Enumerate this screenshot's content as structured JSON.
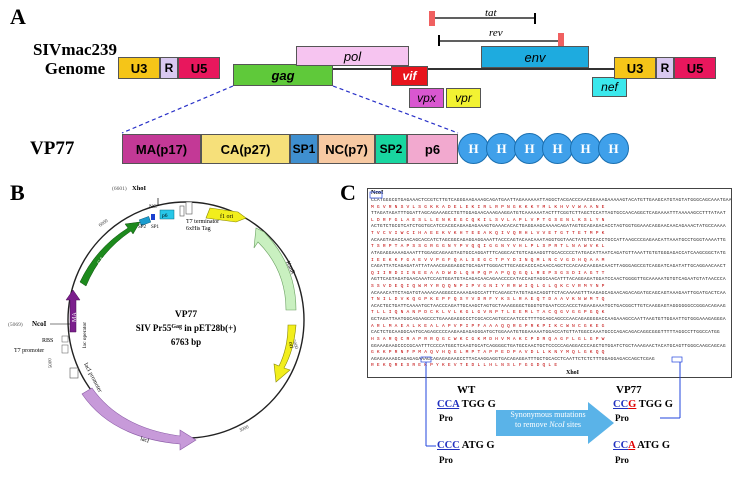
{
  "panel_a": {
    "letter": "A",
    "genome_title_line1": "SIVmac239",
    "genome_title_line2": "Genome",
    "genes": {
      "u3_left": "U3",
      "r_left": "R",
      "u5_left": "U5",
      "gag": "gag",
      "pol": "pol",
      "vif": "vif",
      "vpx": "vpx",
      "vpr": "vpr",
      "env": "env",
      "nef": "nef",
      "tat": "tat",
      "rev": "rev",
      "u3_right": "U3",
      "r_right": "R",
      "u5_right": "U5"
    },
    "vp77_title": "VP77",
    "vp77_domains": [
      "MA(p17)",
      "CA(p27)",
      "SP1",
      "NC(p7)",
      "SP2",
      "p6"
    ],
    "his_tags": [
      "H",
      "H",
      "H",
      "H",
      "H",
      "H"
    ]
  },
  "panel_b": {
    "letter": "B",
    "center_line1": "VP77",
    "center_line2_prefix": "SIV Pr55",
    "center_line2_sup": "Gag",
    "center_line2_suffix": " in pET28b(+)",
    "center_line3": "6763 bp",
    "xhoi_pos": "(6601)",
    "xhoi_label": "XhoI",
    "ncoi_pos": "(5069)",
    "ncoi_label": "NcoI",
    "rbs": "RBS",
    "t7_promoter": "T7 promoter",
    "t7_terminator": "T7 terminator",
    "his_tag": "6xHis Tag",
    "f1_ori": "f1 ori",
    "kanr": "KanR",
    "ori": "ori",
    "laci": "lacI",
    "laci_promoter": "lacI promoter",
    "lac_operator": "lac operator",
    "ma": "MA",
    "ca": "CA",
    "nc": "NC",
    "p6": "p6",
    "sp1": "SP1",
    "sp2": "SP2",
    "ticks": [
      "1000",
      "2000",
      "3000",
      "4000",
      "5000",
      "6000"
    ]
  },
  "panel_c": {
    "letter": "C",
    "ncoi_tag": "NcoI",
    "xhoi_tag": "XhoI",
    "seq_lines": [
      {
        "t": "dna",
        "s": "CCATGGGCGTGAGAAACTCCGTCTTGTCAGGGAAGAAAGCAGATGAATTAGAAAAAATTAGGCTACGACCCAACGGAAAGAAAAAGTACATGTTGAAGCATGTAGTATGGGCAGCAAATGAA"
      },
      {
        "t": "aa",
        "s": " M  G  V  R  N  S  V  L  S  G  K  K  A  D  E  L  E  K  I  R  L  R  P  N  G  K  K  K  Y  M  L  K  H  V  V  W  A  A  N  E"
      },
      {
        "t": "dna",
        "s": "TTAGATAGATTTGGATTAGCAGAAAGCCTGTTGGAGAACAAAGAAGGATGTCAAAAAATACTTTCGGTCTTAGCTCCATTAGTGCCAACAGGCTCAGAAAATTTAAAAAGCCTTTATAAT"
      },
      {
        "t": "aa",
        "s": " L  D  R  F  G  L  A  E  S  L  L  E  N  K  E  G  C  Q  K  I  L  S  V  L  A  P  L  V  P  T  G  S  E  N  L  K  S  L  Y  N"
      },
      {
        "t": "dna",
        "s": "ACTGTCTGCGTCATCTGGTGCATCCACGCAGAAGAGAAAGTGAAACACACTGAGGAAGCAAAACAGATAGTGCAGAGACACCTAGTGGTGGAAACAGGAACAACAGAAACTATGCCAAAA"
      },
      {
        "t": "aa",
        "s": " T  V  C  V  I  W  C  I  H  A  E  E  K  V  K  H  T  E  E  A  K  Q  I  V  Q  R  H  L  V  V  E  T  G  T  T  E  T  M  P  K"
      },
      {
        "t": "dna",
        "s": "ACAAGTAGACCAACAGCACCATCTAGCGGCAGAGGAGGAAATTACCCAGTACAACAAATAGGTGGTAACTATGTCCACCTGCCATTAAGCCCGAGAACATTAAATGCCTGGGTAAAATTG"
      },
      {
        "t": "aa",
        "s": " T  S  R  P  T  A  P  S  S  G  R  G  G  N  Y  P  V  Q  Q  I  G  G  N  Y  V  H  L  P  L  S  P  R  T  L  N  A  W  V  K  L"
      },
      {
        "t": "dna",
        "s": "ATAGAGGAAAAGAAATTTGGAGCAGAAGTAGTGCCAGGATTTCAGGCACTGTCAGAAGGTTGCACCCCCTATGACATTAATCAGATGTTAAATTGTGTGGGAGACCATCAAGCGGCTATG"
      },
      {
        "t": "aa",
        "s": " I  E  E  K  K  F  G  A  E  V  V  P  G  F  Q  A  L  S  E  G  C  T  P  Y  D  I  N  Q  M  L  N  C  V  G  D  H  Q  A  A  M"
      },
      {
        "t": "dna",
        "s": "CAGATTATCAGAGATATTATAAACGAGGAGGCTGCAGATTGGGACTTGCAGCACCCACAACCAGCTCCACAACAAGGACAACTTAGGGAGCCGTCAGGATCAGATATTGCAGGAACAACT"
      },
      {
        "t": "aa",
        "s": " Q  I  I  R  D  I  I  N  E  E  A  A  D  W  D  L  Q  H  P  Q  P  A  P  Q  Q  G  Q  L  R  E  P  S  G  S  D  I  A  G  T  T"
      },
      {
        "t": "dna",
        "s": "AGTTCAGTAGATGAACAAATCCAGTGGATGTACAGACAACAGAACCCCATACCAGTAGGCAACATTTACAGGAGATGGATCCAACTGGGGTTGCAAAAATGTGTCAGAATGTATAACCCA"
      },
      {
        "t": "aa",
        "s": " S  S  V  D  E  Q  I  Q  W  M  Y  R  Q  Q  N  P  I  P  V  G  N  I  Y  R  R  W  I  Q  L  G  L  Q  K  C  V  R  M  Y  N  P"
      },
      {
        "t": "dna",
        "s": "ACAAACATTCTAGATGTAAAACAAGGGCCAAAAGAGCCATTTCAGAGCTATGTAGACAGGTTCTACAAAAGTTTAAGAGCAGAACAGACAGATGCAGCAGTAAAGAATTGGATGACTCAA"
      },
      {
        "t": "aa",
        "s": " T  N  I  L  D  V  K  Q  G  P  K  E  P  F  Q  S  Y  V  D  R  F  Y  K  S  L  R  A  E  Q  T  D  A  A  V  K  N  W  M  T  Q"
      },
      {
        "t": "dna",
        "s": "ACACTGCTGATTCAAAATGCTAACCCAGATTGCAAGCTAGTGCTAAAGGGGCTGGGTGTGAATCCCACCCTAGAAGAAATGCTGACGGCTTGTCAAGGAGTAGGGGGGCCGGGACAGAAG"
      },
      {
        "t": "aa",
        "s": " T  L  L  I  Q  N  A  N  P  D  C  K  L  V  L  K  G  L  G  V  N  P  T  L  E  E  M  L  T  A  C  Q  G  V  G  G  P  G  Q  K"
      },
      {
        "t": "dna",
        "s": "GCTAGATTAATGGCAGAAGCCCTGAAAGAGGCCCTCGCACCAGTGCCAATCCCTTTTGCAGCAGCCCAACAGAGGGGACCAAGAAAGCCAATTAAGTGTTGGAATTGTGGGAAAGAGGGA"
      },
      {
        "t": "aa",
        "s": " A  R  L  M  A  E  A  L  K  E  A  L  A  P  V  P  I  P  F  A  A  A  Q  Q  R  G  P  R  K  P  I  K  C  W  N  C  G  K  E  G"
      },
      {
        "t": "dna",
        "s": "CACTCTGCAAGGCAATGCAGAGCCCCAAGAAGAGAGGGATGCTGGAAATGTGGAAAAATGGACCATGTTATGGCCAAATGCCCAGACAGACAGGCGGGTTTTTAGGCCTTGGCCATGG"
      },
      {
        "t": "aa",
        "s": " H  S  A  R  Q  C  R  A  P  R  R  Q  G  C  W  K  C  G  K  M  D  H  V  M  A  K  C  P  D  R  Q  A  G  F  L  G  L  G  P  W"
      },
      {
        "t": "dna",
        "s": "GGAAAGAAGCCCCGCAATTTCCCCATGGCTCAAGTGCATCAGGGGCTGATGCCAACTGCTCCCCCAGAGGACCCAGCTGTGGATCTGCTAAAGAACTACATGCAGTTGGGCAAGCAGCAG"
      },
      {
        "t": "aa",
        "s": " G  K  K  P  R  N  F  P  M  A  Q  V  H  Q  G  L  M  P  T  A  P  P  E  D  P  A  V  D  L  L  K  N  Y  M  Q  L  G  K  Q  Q"
      },
      {
        "t": "dna",
        "s": "AGAGAAAAGCAGAGAGAAAGCAGAGAGAAGCCTTACAAGGAGGTGACAGAGGATTTGCTGCACCTCAATTCTCTCTTTGGAGGAGACCAGCTCGAG"
      },
      {
        "t": "aa",
        "s": " R  E  K  Q  R  E  S  R  E  K  P  Y  K  E  V  T  E  D  L  L  H  L  N  S  L  F  G  G  D  Q  L  E"
      }
    ],
    "wt_title": "WT",
    "vp77_title": "VP77",
    "wt_codon1": {
      "a": "CCA",
      "b": " TGG G"
    },
    "wt_codon2": {
      "a": "CCC",
      "b": " ATG G"
    },
    "vp_codon1": {
      "a": "CC",
      "mut": "G",
      "b": " TGG G"
    },
    "vp_codon2": {
      "a": "CC",
      "mut": "A",
      "b": " ATG G"
    },
    "pro": "Pro",
    "arrow_text_line1": "Synonymous mutations",
    "arrow_text_line2_prefix": "to remove ",
    "arrow_text_line2_italic": "NcoI",
    "arrow_text_line2_suffix": " sites"
  },
  "colors": {
    "u3": "#f5c518",
    "r": "#d9c8f0",
    "u5": "#e8175d",
    "gag": "#5fc93a",
    "pol": "#f6c4f0",
    "vif": "#e8141c",
    "vpx": "#d957d0",
    "vpr": "#f2f232",
    "env": "#1eabdf",
    "nef": "#3be8ec",
    "ma": "#c33996",
    "ca": "#f6e07a",
    "sp1": "#3f8fcf",
    "nc": "#f7c9a2",
    "sp2": "#19d6a0",
    "p6": "#f2a9cf",
    "his": "#3fa0ea",
    "arrow_fill": "#5ab3e8",
    "aa_red": "#c00000",
    "mut_red": "#e00000"
  }
}
